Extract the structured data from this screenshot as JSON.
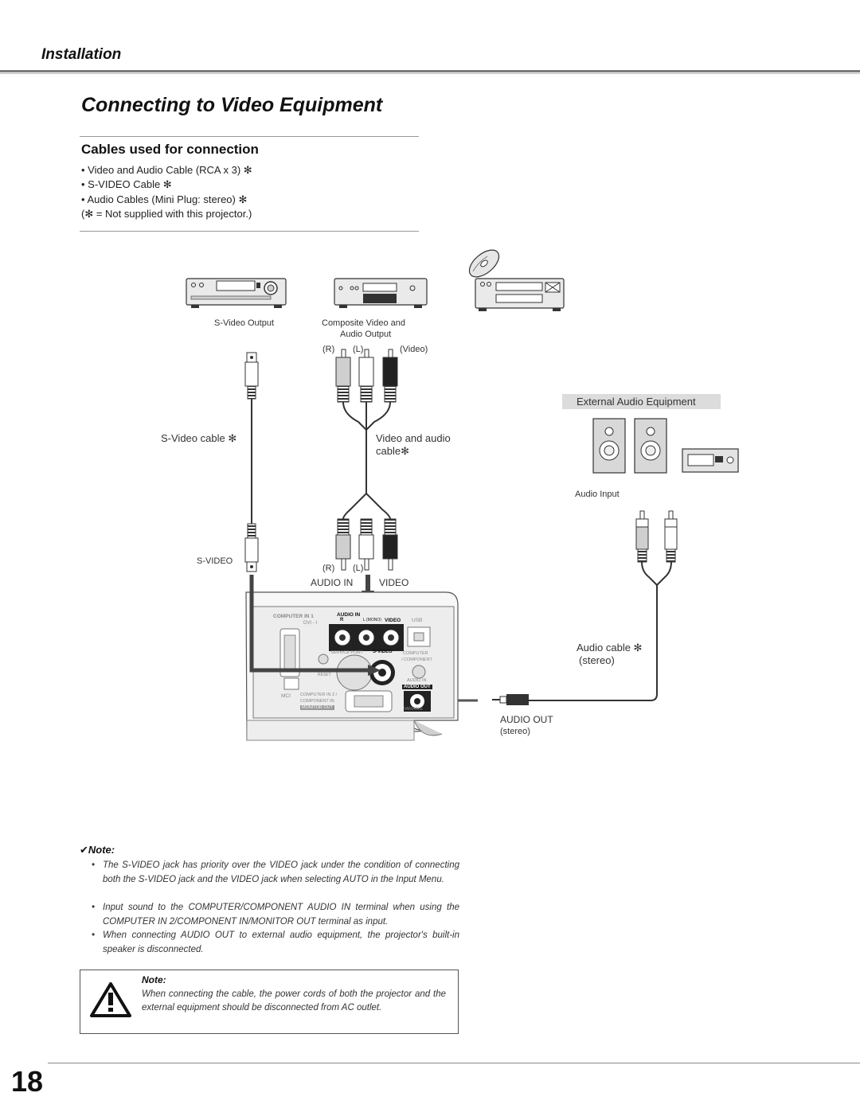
{
  "header": {
    "section": "Installation"
  },
  "title": "Connecting to Video Equipment",
  "cables": {
    "heading": "Cables used for connection",
    "items": [
      "• Video and Audio Cable (RCA x 3) ✻",
      "• S-VIDEO Cable ✻",
      "• Audio Cables (Mini Plug: stereo) ✻"
    ],
    "footnote": "(✻ = Not supplied with this projector.)"
  },
  "diagram": {
    "svideo_output": "S-Video Output",
    "composite_output_line1": "Composite Video and",
    "composite_output_line2": "Audio Output",
    "plug_r_top": "(R)",
    "plug_l_top": "(L)",
    "plug_video_top": "(Video)",
    "external_audio": "External Audio Equipment",
    "svideo_cable": "S-Video cable ✻",
    "video_audio_cable_line1": "Video and audio",
    "video_audio_cable_line2": "cable✻",
    "audio_input": "Audio Input",
    "svideo_jack": "S-VIDEO",
    "plug_r_bottom": "(R)",
    "plug_l_bottom": "(L)",
    "audio_in": "AUDIO IN",
    "video": "VIDEO",
    "audio_cable_line1": "Audio cable ✻",
    "audio_cable_line2": "(stereo)",
    "audio_out": "AUDIO OUT",
    "audio_out_stereo": "(stereo)",
    "panel": {
      "computer_in_1": "COMPUTER IN 1",
      "dvi_i": "DVI - I",
      "audio_in": "AUDIO IN",
      "r": "R",
      "l_mono": "L (MONO)",
      "video": "VIDEO",
      "usb": "USB",
      "service_port": "SERVICE PORT",
      "s_video": "S-VIDEO",
      "computer": "COMPUTER",
      "component": "/ COMPONENT",
      "audio_in_2": "AUDIO IN",
      "audio_out": "AUDIO OUT",
      "reset": "RESET",
      "mci": "MCI",
      "computer_in_2": "COMPUTER IN 2 /",
      "component_in": "COMPONENT IN",
      "monitor_out": "MONITOR OUT",
      "variable": "VARIABLE"
    }
  },
  "notes": {
    "heading": "✔Note:",
    "items": [
      "The S-VIDEO jack has priority over the VIDEO jack under the condition of connecting both the S-VIDEO jack and the VIDEO jack  when selecting AUTO in the Input Menu.",
      "Input sound to the COMPUTER/COMPONENT AUDIO IN terminal when using the COMPUTER IN 2/COMPONENT IN/MONITOR OUT terminal as input.",
      "When connecting AUDIO OUT to external audio equipment, the projector's built-in speaker is disconnected."
    ]
  },
  "warning": {
    "title": "Note:",
    "text": "When connecting the cable, the power cords of both the projector and the external equipment should be disconnected from AC outlet."
  },
  "page_number": "18",
  "colors": {
    "rule": "#7a7a7a",
    "ext_audio_bg": "#dcdcdc",
    "text": "#222222"
  }
}
